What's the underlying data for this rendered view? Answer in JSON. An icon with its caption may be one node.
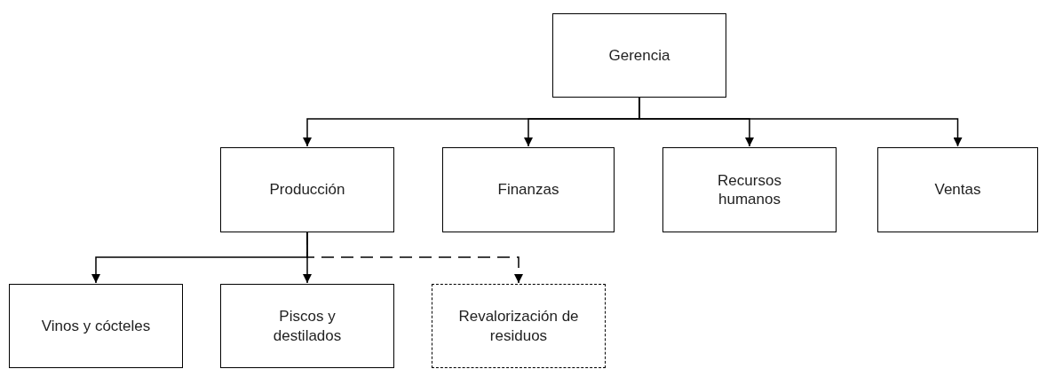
{
  "diagram": {
    "nodes": [
      {
        "text": [
          "Gerencia"
        ]
      },
      {
        "text": [
          "Producción"
        ]
      },
      {
        "text": [
          "Finanzas"
        ]
      },
      {
        "text": [
          "Recursos humanos"
        ]
      },
      {
        "text": [
          "Ventas"
        ]
      },
      {
        "text": [
          "Vinos y cócteles"
        ]
      },
      {
        "text": [
          "Piscos y destilados"
        ]
      },
      {
        "text": [
          "Revalorización de residuos"
        ]
      }
    ],
    "edges": [
      {
        "from": 0,
        "to": 1,
        "arrow": "to"
      },
      {
        "from": 0,
        "to": 2,
        "arrow": "to"
      },
      {
        "from": 0,
        "to": 3,
        "arrow": "to"
      },
      {
        "from": 0,
        "to": 4,
        "arrow": "to"
      },
      {
        "from": 1,
        "to": 5,
        "arrow": "to"
      },
      {
        "from": 1,
        "to": 6,
        "arrow": "to"
      },
      {
        "from": 1,
        "to": 7,
        "arrow": "to",
        "style": "dashed"
      }
    ]
  }
}
